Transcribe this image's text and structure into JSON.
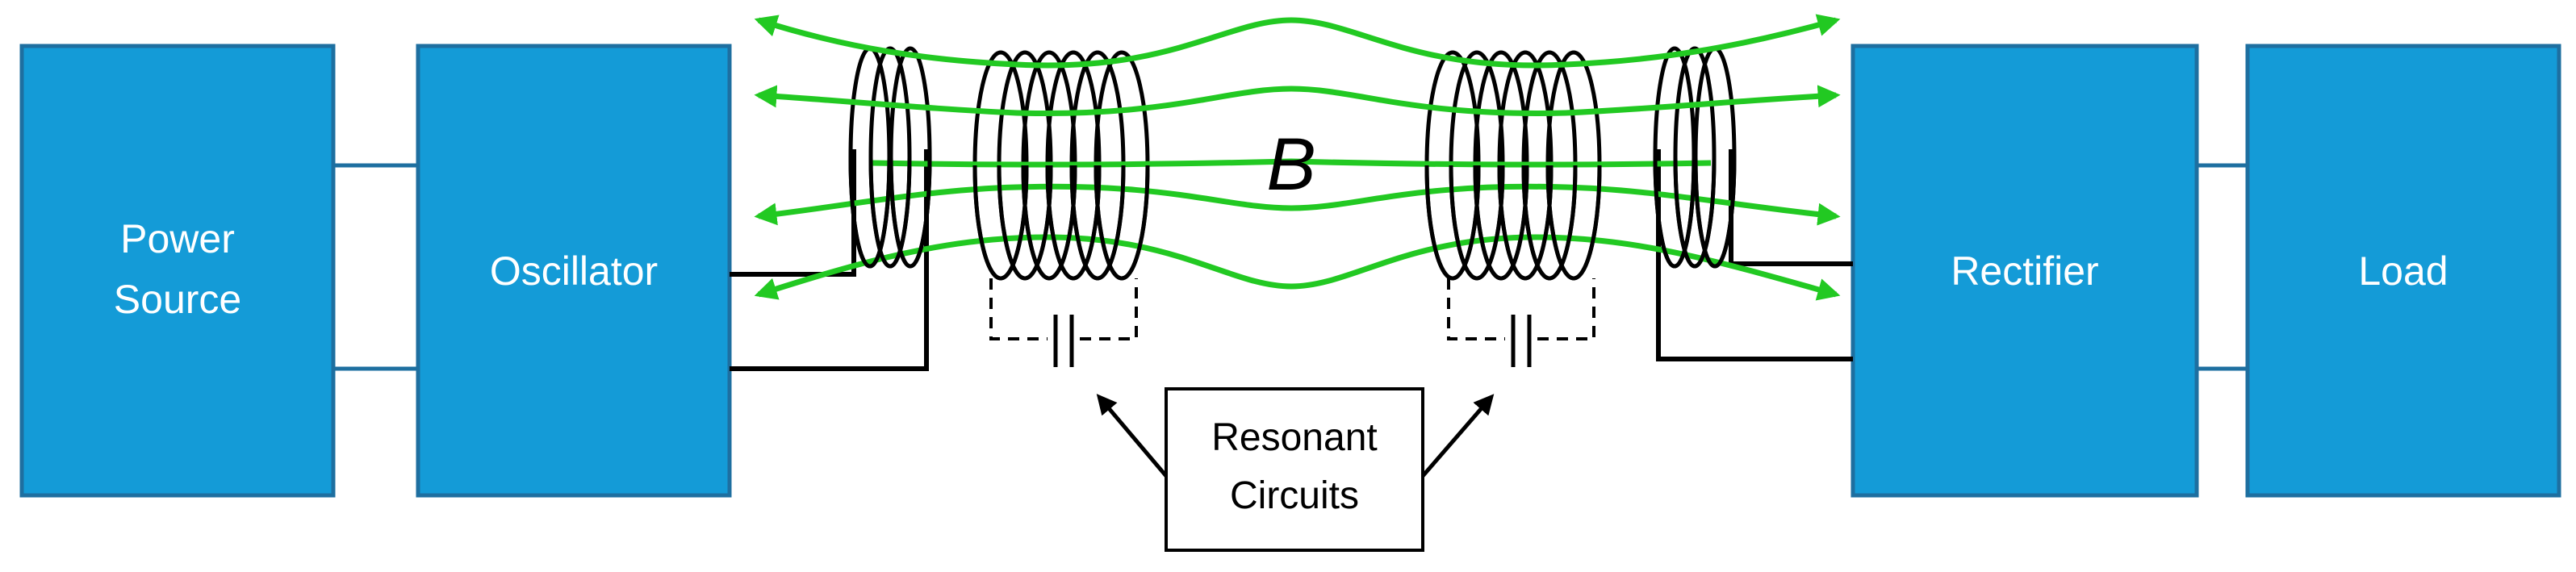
{
  "blocks": {
    "power_source": {
      "line1": "Power",
      "line2": "Source"
    },
    "oscillator": "Oscillator",
    "rectifier": "Rectifier",
    "load": "Load"
  },
  "field_label": "B",
  "callout": {
    "line1": "Resonant",
    "line2": "Circuits"
  },
  "colors": {
    "block_fill": "#149BD7",
    "block_border": "#1E6FA0",
    "field_lines": "#22C922",
    "wiring": "#000000"
  }
}
